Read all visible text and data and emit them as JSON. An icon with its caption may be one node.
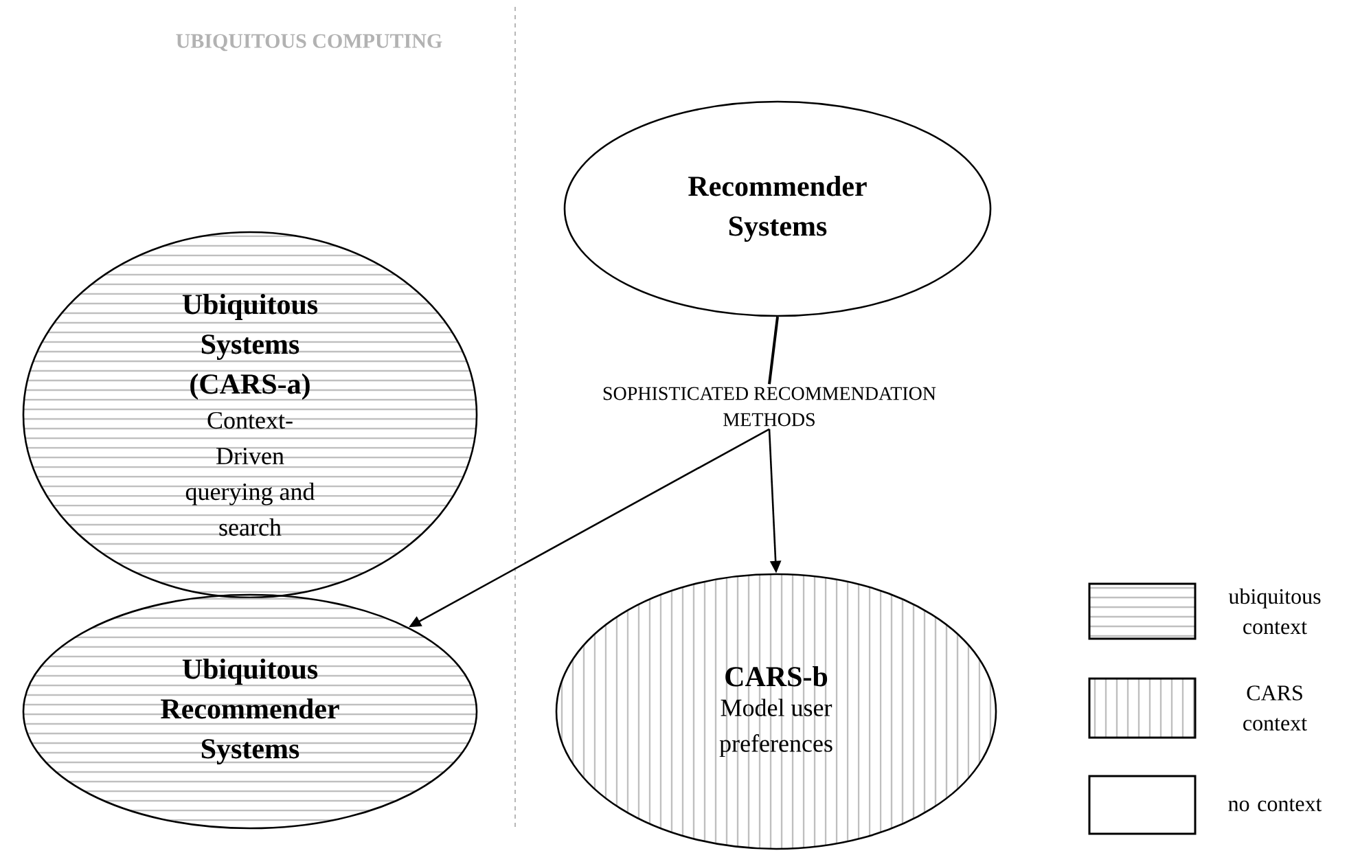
{
  "diagram": {
    "nodes": [
      {
        "text": [
          "Recommender Systems"
        ]
      },
      {
        "text": [
          "Ubiquitous Systems (CARS-a)",
          "Context-Driven querying and search"
        ]
      },
      {
        "text": [
          "Ubiquitous Recommender Systems"
        ]
      },
      {
        "text": [
          "CARS-b",
          "Model user preferences"
        ]
      },
      {
        "text": [
          "SOPHISTICATED RECOMMENDATION METHODS"
        ]
      }
    ],
    "edges": [
      {
        "from": 0,
        "to": 4,
        "arrow": "none"
      },
      {
        "from": 4,
        "to": 2,
        "arrow": "to"
      },
      {
        "from": 4,
        "to": 3,
        "arrow": "to"
      }
    ],
    "labels": [
      "UBIQUITOUS COMPUTING"
    ],
    "legend": [
      {
        "text": "ubiquitous context"
      },
      {
        "text": "CARS context"
      },
      {
        "text": "no context"
      }
    ]
  }
}
